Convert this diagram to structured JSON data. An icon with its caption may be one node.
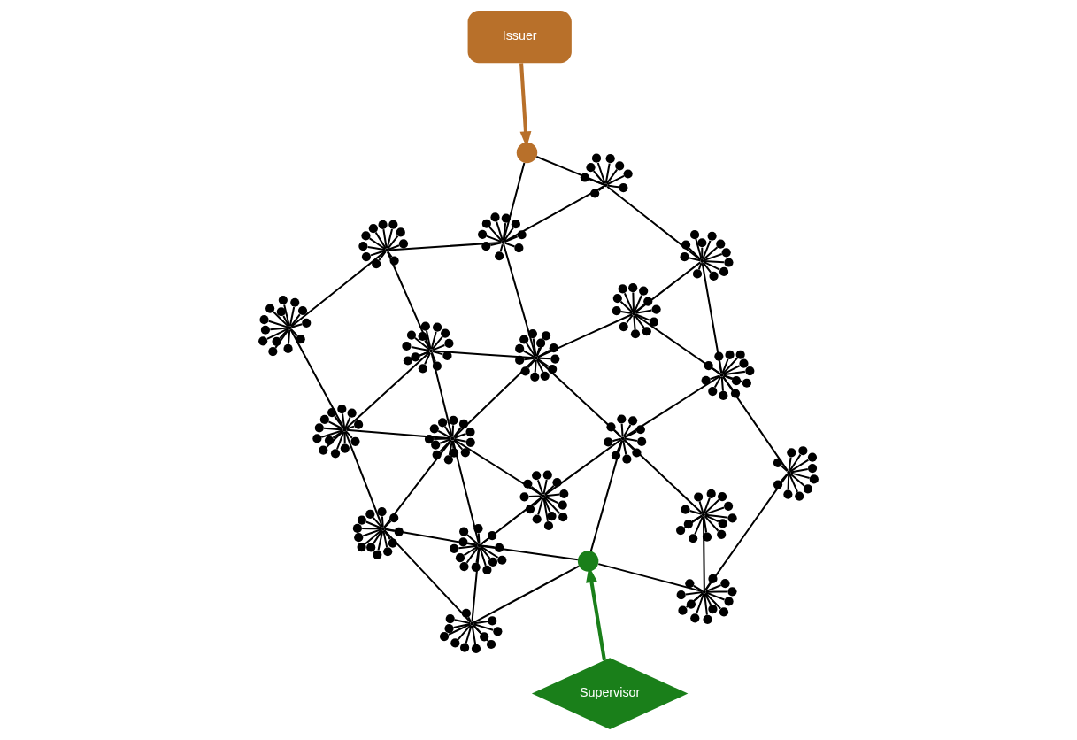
{
  "diagram": {
    "nodes": [
      {
        "text": [
          "Issuer"
        ]
      },
      {
        "text": [],
        "shape": "circle"
      },
      {
        "text": [],
        "shape": "circle"
      },
      {
        "text": [],
        "shape": "circle"
      },
      {
        "text": [],
        "shape": "circle"
      },
      {
        "text": [],
        "shape": "circle"
      },
      {
        "text": [],
        "shape": "circle"
      },
      {
        "text": [],
        "shape": "circle"
      },
      {
        "text": [],
        "shape": "circle"
      },
      {
        "text": [],
        "shape": "circle"
      },
      {
        "text": [],
        "shape": "circle"
      },
      {
        "text": [],
        "shape": "circle"
      },
      {
        "text": [],
        "shape": "circle"
      },
      {
        "text": [],
        "shape": "circle"
      },
      {
        "text": [],
        "shape": "circle"
      },
      {
        "text": [],
        "shape": "circle"
      },
      {
        "text": [],
        "shape": "circle"
      },
      {
        "text": [],
        "shape": "circle"
      },
      {
        "text": [],
        "shape": "circle"
      },
      {
        "text": [],
        "shape": "circle"
      },
      {
        "text": [],
        "shape": "circle"
      },
      {
        "text": [],
        "shape": "circle"
      },
      {
        "text": [],
        "shape": "circle"
      },
      {
        "text": [],
        "shape": "circle"
      },
      {
        "text": [],
        "shape": "circle"
      },
      {
        "text": [],
        "shape": "circle"
      },
      {
        "text": [],
        "shape": "circle"
      },
      {
        "text": [],
        "shape": "circle"
      },
      {
        "text": [],
        "shape": "circle"
      },
      {
        "text": [],
        "shape": "circle"
      },
      {
        "text": [],
        "shape": "circle"
      },
      {
        "text": [],
        "shape": "circle"
      },
      {
        "text": [],
        "shape": "circle"
      },
      {
        "text": [],
        "shape": "circle"
      },
      {
        "text": [],
        "shape": "circle"
      },
      {
        "text": [],
        "shape": "circle"
      },
      {
        "text": [],
        "shape": "circle"
      },
      {
        "text": [],
        "shape": "circle"
      },
      {
        "text": [],
        "shape": "circle"
      },
      {
        "text": [],
        "shape": "circle"
      },
      {
        "text": [],
        "shape": "circle"
      },
      {
        "text": [],
        "shape": "circle"
      },
      {
        "text": [],
        "shape": "circle"
      },
      {
        "text": [],
        "shape": "circle"
      },
      {
        "text": [],
        "shape": "circle"
      },
      {
        "text": [],
        "shape": "circle"
      },
      {
        "text": [],
        "shape": "circle"
      },
      {
        "text": [],
        "shape": "circle"
      },
      {
        "text": [],
        "shape": "circle"
      },
      {
        "text": [],
        "shape": "circle"
      },
      {
        "text": [],
        "shape": "circle"
      },
      {
        "text": [],
        "shape": "circle"
      },
      {
        "text": [],
        "shape": "circle"
      },
      {
        "text": [],
        "shape": "circle"
      },
      {
        "text": [],
        "shape": "circle"
      },
      {
        "text": [],
        "shape": "circle"
      },
      {
        "text": [],
        "shape": "circle"
      },
      {
        "text": [],
        "shape": "circle"
      },
      {
        "text": [],
        "shape": "circle"
      },
      {
        "text": [],
        "shape": "circle"
      },
      {
        "text": [],
        "shape": "circle"
      },
      {
        "text": [],
        "shape": "circle"
      },
      {
        "text": [],
        "shape": "circle"
      },
      {
        "text": [],
        "shape": "circle"
      },
      {
        "text": [],
        "shape": "circle"
      },
      {
        "text": [],
        "shape": "circle"
      },
      {
        "text": [],
        "shape": "circle"
      },
      {
        "text": [],
        "shape": "circle"
      },
      {
        "text": [],
        "shape": "circle"
      },
      {
        "text": [],
        "shape": "circle"
      },
      {
        "text": [],
        "shape": "circle"
      },
      {
        "text": [],
        "shape": "circle"
      },
      {
        "text": [],
        "shape": "circle"
      },
      {
        "text": [],
        "shape": "circle"
      },
      {
        "text": [],
        "shape": "circle"
      },
      {
        "text": [],
        "shape": "circle"
      },
      {
        "text": [],
        "shape": "circle"
      },
      {
        "text": [],
        "shape": "circle"
      },
      {
        "text": [],
        "shape": "circle"
      },
      {
        "text": [],
        "shape": "circle"
      },
      {
        "text": [],
        "shape": "circle"
      },
      {
        "text": [],
        "shape": "circle"
      },
      {
        "text": [],
        "shape": "circle"
      },
      {
        "text": [],
        "shape": "circle"
      },
      {
        "text": [],
        "shape": "circle"
      },
      {
        "text": [],
        "shape": "circle"
      },
      {
        "text": [],
        "shape": "circle"
      },
      {
        "text": [],
        "shape": "circle"
      },
      {
        "text": [],
        "shape": "circle"
      },
      {
        "text": [],
        "shape": "circle"
      },
      {
        "text": [],
        "shape": "circle"
      },
      {
        "text": [],
        "shape": "circle"
      },
      {
        "text": [],
        "shape": "circle"
      },
      {
        "text": [],
        "shape": "circle"
      },
      {
        "text": [],
        "shape": "circle"
      },
      {
        "text": [],
        "shape": "circle"
      },
      {
        "text": [],
        "shape": "circle"
      },
      {
        "text": [],
        "shape": "circle"
      },
      {
        "text": [],
        "shape": "circle"
      },
      {
        "text": [],
        "shape": "circle"
      },
      {
        "text": [],
        "shape": "circle"
      },
      {
        "text": [],
        "shape": "circle"
      },
      {
        "text": [],
        "shape": "circle"
      },
      {
        "text": [],
        "shape": "circle"
      },
      {
        "text": [],
        "shape": "circle"
      },
      {
        "text": [],
        "shape": "circle"
      },
      {
        "text": [],
        "shape": "circle"
      },
      {
        "text": [],
        "shape": "circle"
      },
      {
        "text": [],
        "shape": "circle"
      },
      {
        "text": [],
        "shape": "circle"
      },
      {
        "text": [],
        "shape": "circle"
      },
      {
        "text": [],
        "shape": "circle"
      },
      {
        "text": [],
        "shape": "circle"
      },
      {
        "text": [],
        "shape": "circle"
      },
      {
        "text": [],
        "shape": "circle"
      },
      {
        "text": [],
        "shape": "circle"
      },
      {
        "text": [],
        "shape": "circle"
      },
      {
        "text": [],
        "shape": "circle"
      },
      {
        "text": [],
        "shape": "circle"
      },
      {
        "text": [],
        "shape": "circle"
      },
      {
        "text": [],
        "shape": "circle"
      },
      {
        "text": [],
        "shape": "circle"
      },
      {
        "text": [],
        "shape": "circle"
      },
      {
        "text": [],
        "shape": "circle"
      },
      {
        "text": [],
        "shape": "circle"
      },
      {
        "text": [],
        "shape": "circle"
      },
      {
        "text": [],
        "shape": "circle"
      },
      {
        "text": [],
        "shape": "circle"
      },
      {
        "text": [],
        "shape": "circle"
      },
      {
        "text": [],
        "shape": "circle"
      },
      {
        "text": [],
        "shape": "circle"
      },
      {
        "text": [],
        "shape": "circle"
      },
      {
        "text": [],
        "shape": "circle"
      },
      {
        "text": [],
        "shape": "circle"
      },
      {
        "text": [],
        "shape": "circle"
      },
      {
        "text": [],
        "shape": "circle"
      },
      {
        "text": [],
        "shape": "circle"
      },
      {
        "text": [],
        "shape": "circle"
      },
      {
        "text": [],
        "shape": "circle"
      },
      {
        "text": [],
        "shape": "circle"
      },
      {
        "text": [],
        "shape": "circle"
      },
      {
        "text": [],
        "shape": "circle"
      },
      {
        "text": [],
        "shape": "circle"
      },
      {
        "text": [],
        "shape": "circle"
      },
      {
        "text": [],
        "shape": "circle"
      },
      {
        "text": [],
        "shape": "circle"
      },
      {
        "text": [],
        "shape": "circle"
      },
      {
        "text": [],
        "shape": "circle"
      },
      {
        "text": [],
        "shape": "circle"
      },
      {
        "text": [],
        "shape": "circle"
      },
      {
        "text": [],
        "shape": "circle"
      },
      {
        "text": [],
        "shape": "circle"
      },
      {
        "text": [],
        "shape": "circle"
      },
      {
        "text": [],
        "shape": "circle"
      },
      {
        "text": [],
        "shape": "circle"
      },
      {
        "text": [],
        "shape": "circle"
      },
      {
        "text": [],
        "shape": "circle"
      },
      {
        "text": [],
        "shape": "circle"
      },
      {
        "text": [],
        "shape": "circle"
      },
      {
        "text": [],
        "shape": "circle"
      },
      {
        "text": [],
        "shape": "circle"
      },
      {
        "text": [],
        "shape": "circle"
      },
      {
        "text": [],
        "shape": "circle"
      },
      {
        "text": [],
        "shape": "circle"
      },
      {
        "text": [],
        "shape": "circle"
      },
      {
        "text": [],
        "shape": "circle"
      },
      {
        "text": [],
        "shape": "circle"
      },
      {
        "text": [],
        "shape": "circle"
      },
      {
        "text": [],
        "shape": "circle"
      },
      {
        "text": [],
        "shape": "circle"
      },
      {
        "text": [],
        "shape": "circle"
      },
      {
        "text": [],
        "shape": "circle"
      },
      {
        "text": [],
        "shape": "circle"
      },
      {
        "text": [],
        "shape": "circle"
      },
      {
        "text": [],
        "shape": "circle"
      },
      {
        "text": [],
        "shape": "circle"
      },
      {
        "text": [],
        "shape": "circle"
      },
      {
        "text": [],
        "shape": "circle"
      },
      {
        "text": [],
        "shape": "circle"
      },
      {
        "text": [],
        "shape": "circle"
      },
      {
        "text": [],
        "shape": "circle"
      },
      {
        "text": [],
        "shape": "circle"
      },
      {
        "text": [],
        "shape": "circle"
      },
      {
        "text": [],
        "shape": "circle"
      },
      {
        "text": [],
        "shape": "circle"
      },
      {
        "text": [],
        "shape": "circle"
      },
      {
        "text": [],
        "shape": "circle"
      },
      {
        "text": [],
        "shape": "circle"
      },
      {
        "text": [],
        "shape": "circle"
      },
      {
        "text": [],
        "shape": "circle"
      },
      {
        "text": [],
        "shape": "circle"
      },
      {
        "text": [],
        "shape": "circle"
      },
      {
        "text": [],
        "shape": "circle"
      },
      {
        "text": [],
        "shape": "circle"
      },
      {
        "text": [],
        "shape": "circle"
      },
      {
        "text": [],
        "shape": "circle"
      },
      {
        "text": [],
        "shape": "circle"
      },
      {
        "text": [],
        "shape": "circle"
      },
      {
        "text": [],
        "shape": "circle"
      },
      {
        "text": [],
        "shape": "circle"
      },
      {
        "text": [],
        "shape": "circle"
      },
      {
        "text": [],
        "shape": "circle"
      },
      {
        "text": [],
        "shape": "circle"
      },
      {
        "text": [],
        "shape": "circle"
      },
      {
        "text": [],
        "shape": "circle"
      },
      {
        "text": [],
        "shape": "circle"
      },
      {
        "text": [],
        "shape": "circle"
      },
      {
        "text": [],
        "shape": "circle"
      },
      {
        "text": [],
        "shape": "circle"
      },
      {
        "text": [],
        "shape": "circle"
      },
      {
        "text": [],
        "shape": "circle"
      },
      {
        "text": [],
        "shape": "circle"
      },
      {
        "text": [],
        "shape": "circle"
      },
      {
        "text": [],
        "shape": "circle"
      },
      {
        "text": [],
        "shape": "circle"
      },
      {
        "text": [],
        "shape": "circle"
      },
      {
        "text": [],
        "shape": "circle"
      },
      {
        "text": [],
        "shape": "circle"
      },
      {
        "text": [],
        "shape": "circle"
      },
      {
        "text": [],
        "shape": "circle"
      },
      {
        "text": [],
        "shape": "circle"
      },
      {
        "text": [],
        "shape": "circle"
      },
      {
        "text": [],
        "shape": "circle"
      },
      {
        "text": [],
        "shape": "circle"
      },
      {
        "text": [],
        "shape": "circle"
      },
      {
        "text": [],
        "shape": "circle"
      },
      {
        "text": [],
        "shape": "circle"
      },
      {
        "text": [],
        "shape": "circle"
      },
      {
        "text": [],
        "shape": "circle"
      },
      {
        "text": [],
        "shape": "circle"
      },
      {
        "text": [],
        "shape": "circle"
      },
      {
        "text": [],
        "shape": "circle"
      },
      {
        "text": [],
        "shape": "circle"
      },
      {
        "text": [],
        "shape": "circle"
      },
      {
        "text": [
          "Supervisor"
        ]
      }
    ],
    "edges": [
      {
        "from": 0,
        "to": 1,
        "arrow": "to",
        "style": "thick",
        "color": "#b8702a"
      },
      {
        "from": 234,
        "to": 21,
        "arrow": "to",
        "style": "thick",
        "color": "#1a7f1a"
      },
      {
        "from": 2,
        "to": 3,
        "arrow": "none"
      },
      {
        "from": 2,
        "to": 4,
        "arrow": "none"
      },
      {
        "from": 3,
        "to": 5,
        "arrow": "none"
      },
      {
        "from": 3,
        "to": 6,
        "arrow": "none"
      },
      {
        "from": 4,
        "to": 6,
        "arrow": "none"
      },
      {
        "from": 4,
        "to": 9,
        "arrow": "none"
      },
      {
        "from": 4,
        "to": 7,
        "arrow": "none"
      },
      {
        "from": 5,
        "to": 1,
        "arrow": "none"
      },
      {
        "from": 1,
        "to": 10,
        "arrow": "none"
      },
      {
        "from": 5,
        "to": 10,
        "arrow": "none"
      },
      {
        "from": 5,
        "to": 8,
        "arrow": "none"
      },
      {
        "from": 6,
        "to": 8,
        "arrow": "none"
      },
      {
        "from": 6,
        "to": 9,
        "arrow": "none"
      },
      {
        "from": 8,
        "to": 9,
        "arrow": "none"
      },
      {
        "from": 9,
        "to": 7,
        "arrow": "none"
      },
      {
        "from": 8,
        "to": 14,
        "arrow": "none"
      },
      {
        "from": 8,
        "to": 16,
        "arrow": "none"
      },
      {
        "from": 9,
        "to": 11,
        "arrow": "none"
      },
      {
        "from": 9,
        "to": 12,
        "arrow": "none"
      },
      {
        "from": 7,
        "to": 12,
        "arrow": "none"
      },
      {
        "from": 7,
        "to": 13,
        "arrow": "none"
      },
      {
        "from": 11,
        "to": 12,
        "arrow": "none"
      },
      {
        "from": 12,
        "to": 13,
        "arrow": "none"
      },
      {
        "from": 13,
        "to": 21,
        "arrow": "none"
      },
      {
        "from": 12,
        "to": 21,
        "arrow": "none"
      },
      {
        "from": 16,
        "to": 21,
        "arrow": "none"
      },
      {
        "from": 10,
        "to": 15,
        "arrow": "none"
      },
      {
        "from": 15,
        "to": 14,
        "arrow": "none"
      },
      {
        "from": 15,
        "to": 19,
        "arrow": "none"
      },
      {
        "from": 14,
        "to": 19,
        "arrow": "none"
      },
      {
        "from": 19,
        "to": 16,
        "arrow": "none"
      },
      {
        "from": 16,
        "to": 11,
        "arrow": "none"
      },
      {
        "from": 16,
        "to": 17,
        "arrow": "none"
      },
      {
        "from": 19,
        "to": 20,
        "arrow": "none"
      },
      {
        "from": 20,
        "to": 18,
        "arrow": "none"
      },
      {
        "from": 17,
        "to": 18,
        "arrow": "none"
      },
      {
        "from": 18,
        "to": 21,
        "arrow": "none"
      },
      {
        "from": 2,
        "to": 22,
        "arrow": "none"
      },
      {
        "from": 2,
        "to": 23,
        "arrow": "none"
      },
      {
        "from": 2,
        "to": 24,
        "arrow": "none"
      },
      {
        "from": 2,
        "to": 25,
        "arrow": "none"
      },
      {
        "from": 2,
        "to": 26,
        "arrow": "none"
      },
      {
        "from": 2,
        "to": 27,
        "arrow": "none"
      },
      {
        "from": 2,
        "to": 28,
        "arrow": "none"
      },
      {
        "from": 2,
        "to": 29,
        "arrow": "none"
      },
      {
        "from": 2,
        "to": 30,
        "arrow": "none"
      },
      {
        "from": 2,
        "to": 31,
        "arrow": "none"
      },
      {
        "from": 2,
        "to": 32,
        "arrow": "none"
      },
      {
        "from": 2,
        "to": 33,
        "arrow": "none"
      },
      {
        "from": 2,
        "to": 34,
        "arrow": "none"
      },
      {
        "from": 3,
        "to": 35,
        "arrow": "none"
      },
      {
        "from": 3,
        "to": 36,
        "arrow": "none"
      },
      {
        "from": 3,
        "to": 37,
        "arrow": "none"
      },
      {
        "from": 3,
        "to": 38,
        "arrow": "none"
      },
      {
        "from": 3,
        "to": 39,
        "arrow": "none"
      },
      {
        "from": 3,
        "to": 40,
        "arrow": "none"
      },
      {
        "from": 3,
        "to": 41,
        "arrow": "none"
      },
      {
        "from": 3,
        "to": 42,
        "arrow": "none"
      },
      {
        "from": 3,
        "to": 43,
        "arrow": "none"
      },
      {
        "from": 3,
        "to": 44,
        "arrow": "none"
      },
      {
        "from": 4,
        "to": 45,
        "arrow": "none"
      },
      {
        "from": 4,
        "to": 46,
        "arrow": "none"
      },
      {
        "from": 4,
        "to": 47,
        "arrow": "none"
      },
      {
        "from": 4,
        "to": 48,
        "arrow": "none"
      },
      {
        "from": 4,
        "to": 49,
        "arrow": "none"
      },
      {
        "from": 4,
        "to": 50,
        "arrow": "none"
      },
      {
        "from": 4,
        "to": 51,
        "arrow": "none"
      },
      {
        "from": 4,
        "to": 52,
        "arrow": "none"
      },
      {
        "from": 4,
        "to": 53,
        "arrow": "none"
      },
      {
        "from": 4,
        "to": 54,
        "arrow": "none"
      },
      {
        "from": 4,
        "to": 55,
        "arrow": "none"
      },
      {
        "from": 4,
        "to": 56,
        "arrow": "none"
      },
      {
        "from": 5,
        "to": 57,
        "arrow": "none"
      },
      {
        "from": 5,
        "to": 58,
        "arrow": "none"
      },
      {
        "from": 5,
        "to": 59,
        "arrow": "none"
      },
      {
        "from": 5,
        "to": 60,
        "arrow": "none"
      },
      {
        "from": 5,
        "to": 61,
        "arrow": "none"
      },
      {
        "from": 5,
        "to": 62,
        "arrow": "none"
      },
      {
        "from": 5,
        "to": 63,
        "arrow": "none"
      },
      {
        "from": 5,
        "to": 64,
        "arrow": "none"
      },
      {
        "from": 5,
        "to": 65,
        "arrow": "none"
      },
      {
        "from": 6,
        "to": 66,
        "arrow": "none"
      },
      {
        "from": 6,
        "to": 67,
        "arrow": "none"
      },
      {
        "from": 6,
        "to": 68,
        "arrow": "none"
      },
      {
        "from": 6,
        "to": 69,
        "arrow": "none"
      },
      {
        "from": 6,
        "to": 70,
        "arrow": "none"
      },
      {
        "from": 6,
        "to": 71,
        "arrow": "none"
      },
      {
        "from": 6,
        "to": 72,
        "arrow": "none"
      },
      {
        "from": 6,
        "to": 73,
        "arrow": "none"
      },
      {
        "from": 6,
        "to": 74,
        "arrow": "none"
      },
      {
        "from": 6,
        "to": 75,
        "arrow": "none"
      },
      {
        "from": 6,
        "to": 76,
        "arrow": "none"
      },
      {
        "from": 6,
        "to": 77,
        "arrow": "none"
      },
      {
        "from": 7,
        "to": 78,
        "arrow": "none"
      },
      {
        "from": 7,
        "to": 79,
        "arrow": "none"
      },
      {
        "from": 7,
        "to": 80,
        "arrow": "none"
      },
      {
        "from": 7,
        "to": 81,
        "arrow": "none"
      },
      {
        "from": 7,
        "to": 82,
        "arrow": "none"
      },
      {
        "from": 7,
        "to": 83,
        "arrow": "none"
      },
      {
        "from": 7,
        "to": 84,
        "arrow": "none"
      },
      {
        "from": 7,
        "to": 85,
        "arrow": "none"
      },
      {
        "from": 7,
        "to": 86,
        "arrow": "none"
      },
      {
        "from": 7,
        "to": 87,
        "arrow": "none"
      },
      {
        "from": 7,
        "to": 88,
        "arrow": "none"
      },
      {
        "from": 7,
        "to": 89,
        "arrow": "none"
      },
      {
        "from": 8,
        "to": 90,
        "arrow": "none"
      },
      {
        "from": 8,
        "to": 91,
        "arrow": "none"
      },
      {
        "from": 8,
        "to": 92,
        "arrow": "none"
      },
      {
        "from": 8,
        "to": 93,
        "arrow": "none"
      },
      {
        "from": 8,
        "to": 94,
        "arrow": "none"
      },
      {
        "from": 8,
        "to": 95,
        "arrow": "none"
      },
      {
        "from": 8,
        "to": 96,
        "arrow": "none"
      },
      {
        "from": 8,
        "to": 97,
        "arrow": "none"
      },
      {
        "from": 8,
        "to": 98,
        "arrow": "none"
      },
      {
        "from": 8,
        "to": 99,
        "arrow": "none"
      },
      {
        "from": 8,
        "to": 100,
        "arrow": "none"
      },
      {
        "from": 8,
        "to": 101,
        "arrow": "none"
      },
      {
        "from": 9,
        "to": 102,
        "arrow": "none"
      },
      {
        "from": 9,
        "to": 103,
        "arrow": "none"
      },
      {
        "from": 9,
        "to": 104,
        "arrow": "none"
      },
      {
        "from": 9,
        "to": 105,
        "arrow": "none"
      },
      {
        "from": 9,
        "to": 106,
        "arrow": "none"
      },
      {
        "from": 9,
        "to": 107,
        "arrow": "none"
      },
      {
        "from": 9,
        "to": 108,
        "arrow": "none"
      },
      {
        "from": 9,
        "to": 109,
        "arrow": "none"
      },
      {
        "from": 9,
        "to": 110,
        "arrow": "none"
      },
      {
        "from": 9,
        "to": 111,
        "arrow": "none"
      },
      {
        "from": 9,
        "to": 112,
        "arrow": "none"
      },
      {
        "from": 9,
        "to": 113,
        "arrow": "none"
      },
      {
        "from": 10,
        "to": 114,
        "arrow": "none"
      },
      {
        "from": 10,
        "to": 115,
        "arrow": "none"
      },
      {
        "from": 10,
        "to": 116,
        "arrow": "none"
      },
      {
        "from": 10,
        "to": 117,
        "arrow": "none"
      },
      {
        "from": 10,
        "to": 118,
        "arrow": "none"
      },
      {
        "from": 10,
        "to": 119,
        "arrow": "none"
      },
      {
        "from": 10,
        "to": 120,
        "arrow": "none"
      },
      {
        "from": 10,
        "to": 121,
        "arrow": "none"
      },
      {
        "from": 11,
        "to": 122,
        "arrow": "none"
      },
      {
        "from": 11,
        "to": 123,
        "arrow": "none"
      },
      {
        "from": 11,
        "to": 124,
        "arrow": "none"
      },
      {
        "from": 11,
        "to": 125,
        "arrow": "none"
      },
      {
        "from": 11,
        "to": 126,
        "arrow": "none"
      },
      {
        "from": 11,
        "to": 127,
        "arrow": "none"
      },
      {
        "from": 11,
        "to": 128,
        "arrow": "none"
      },
      {
        "from": 11,
        "to": 129,
        "arrow": "none"
      },
      {
        "from": 11,
        "to": 130,
        "arrow": "none"
      },
      {
        "from": 11,
        "to": 131,
        "arrow": "none"
      },
      {
        "from": 11,
        "to": 132,
        "arrow": "none"
      },
      {
        "from": 11,
        "to": 133,
        "arrow": "none"
      },
      {
        "from": 12,
        "to": 134,
        "arrow": "none"
      },
      {
        "from": 12,
        "to": 135,
        "arrow": "none"
      },
      {
        "from": 12,
        "to": 136,
        "arrow": "none"
      },
      {
        "from": 12,
        "to": 137,
        "arrow": "none"
      },
      {
        "from": 12,
        "to": 138,
        "arrow": "none"
      },
      {
        "from": 12,
        "to": 139,
        "arrow": "none"
      },
      {
        "from": 12,
        "to": 140,
        "arrow": "none"
      },
      {
        "from": 12,
        "to": 141,
        "arrow": "none"
      },
      {
        "from": 12,
        "to": 142,
        "arrow": "none"
      },
      {
        "from": 12,
        "to": 143,
        "arrow": "none"
      },
      {
        "from": 12,
        "to": 144,
        "arrow": "none"
      },
      {
        "from": 12,
        "to": 145,
        "arrow": "none"
      },
      {
        "from": 13,
        "to": 146,
        "arrow": "none"
      },
      {
        "from": 13,
        "to": 147,
        "arrow": "none"
      },
      {
        "from": 13,
        "to": 148,
        "arrow": "none"
      },
      {
        "from": 13,
        "to": 149,
        "arrow": "none"
      },
      {
        "from": 13,
        "to": 150,
        "arrow": "none"
      },
      {
        "from": 13,
        "to": 151,
        "arrow": "none"
      },
      {
        "from": 13,
        "to": 152,
        "arrow": "none"
      },
      {
        "from": 13,
        "to": 153,
        "arrow": "none"
      },
      {
        "from": 13,
        "to": 154,
        "arrow": "none"
      },
      {
        "from": 13,
        "to": 155,
        "arrow": "none"
      },
      {
        "from": 13,
        "to": 156,
        "arrow": "none"
      },
      {
        "from": 14,
        "to": 157,
        "arrow": "none"
      },
      {
        "from": 14,
        "to": 158,
        "arrow": "none"
      },
      {
        "from": 14,
        "to": 159,
        "arrow": "none"
      },
      {
        "from": 14,
        "to": 160,
        "arrow": "none"
      },
      {
        "from": 14,
        "to": 161,
        "arrow": "none"
      },
      {
        "from": 14,
        "to": 162,
        "arrow": "none"
      },
      {
        "from": 14,
        "to": 163,
        "arrow": "none"
      },
      {
        "from": 14,
        "to": 164,
        "arrow": "none"
      },
      {
        "from": 14,
        "to": 165,
        "arrow": "none"
      },
      {
        "from": 14,
        "to": 166,
        "arrow": "none"
      },
      {
        "from": 14,
        "to": 167,
        "arrow": "none"
      },
      {
        "from": 15,
        "to": 168,
        "arrow": "none"
      },
      {
        "from": 15,
        "to": 169,
        "arrow": "none"
      },
      {
        "from": 15,
        "to": 170,
        "arrow": "none"
      },
      {
        "from": 15,
        "to": 171,
        "arrow": "none"
      },
      {
        "from": 15,
        "to": 172,
        "arrow": "none"
      },
      {
        "from": 15,
        "to": 173,
        "arrow": "none"
      },
      {
        "from": 15,
        "to": 174,
        "arrow": "none"
      },
      {
        "from": 15,
        "to": 175,
        "arrow": "none"
      },
      {
        "from": 15,
        "to": 176,
        "arrow": "none"
      },
      {
        "from": 15,
        "to": 177,
        "arrow": "none"
      },
      {
        "from": 15,
        "to": 178,
        "arrow": "none"
      },
      {
        "from": 16,
        "to": 179,
        "arrow": "none"
      },
      {
        "from": 16,
        "to": 180,
        "arrow": "none"
      },
      {
        "from": 16,
        "to": 181,
        "arrow": "none"
      },
      {
        "from": 16,
        "to": 182,
        "arrow": "none"
      },
      {
        "from": 16,
        "to": 183,
        "arrow": "none"
      },
      {
        "from": 16,
        "to": 184,
        "arrow": "none"
      },
      {
        "from": 16,
        "to": 185,
        "arrow": "none"
      },
      {
        "from": 16,
        "to": 186,
        "arrow": "none"
      },
      {
        "from": 16,
        "to": 187,
        "arrow": "none"
      },
      {
        "from": 17,
        "to": 188,
        "arrow": "none"
      },
      {
        "from": 17,
        "to": 189,
        "arrow": "none"
      },
      {
        "from": 17,
        "to": 190,
        "arrow": "none"
      },
      {
        "from": 17,
        "to": 191,
        "arrow": "none"
      },
      {
        "from": 17,
        "to": 192,
        "arrow": "none"
      },
      {
        "from": 17,
        "to": 193,
        "arrow": "none"
      },
      {
        "from": 17,
        "to": 194,
        "arrow": "none"
      },
      {
        "from": 17,
        "to": 195,
        "arrow": "none"
      },
      {
        "from": 17,
        "to": 196,
        "arrow": "none"
      },
      {
        "from": 17,
        "to": 197,
        "arrow": "none"
      },
      {
        "from": 17,
        "to": 198,
        "arrow": "none"
      },
      {
        "from": 17,
        "to": 199,
        "arrow": "none"
      },
      {
        "from": 18,
        "to": 200,
        "arrow": "none"
      },
      {
        "from": 18,
        "to": 201,
        "arrow": "none"
      },
      {
        "from": 18,
        "to": 202,
        "arrow": "none"
      },
      {
        "from": 18,
        "to": 203,
        "arrow": "none"
      },
      {
        "from": 18,
        "to": 204,
        "arrow": "none"
      },
      {
        "from": 18,
        "to": 205,
        "arrow": "none"
      },
      {
        "from": 18,
        "to": 206,
        "arrow": "none"
      },
      {
        "from": 18,
        "to": 207,
        "arrow": "none"
      },
      {
        "from": 18,
        "to": 208,
        "arrow": "none"
      },
      {
        "from": 18,
        "to": 209,
        "arrow": "none"
      },
      {
        "from": 18,
        "to": 210,
        "arrow": "none"
      },
      {
        "from": 18,
        "to": 211,
        "arrow": "none"
      },
      {
        "from": 19,
        "to": 212,
        "arrow": "none"
      },
      {
        "from": 19,
        "to": 213,
        "arrow": "none"
      },
      {
        "from": 19,
        "to": 214,
        "arrow": "none"
      },
      {
        "from": 19,
        "to": 215,
        "arrow": "none"
      },
      {
        "from": 19,
        "to": 216,
        "arrow": "none"
      },
      {
        "from": 19,
        "to": 217,
        "arrow": "none"
      },
      {
        "from": 19,
        "to": 218,
        "arrow": "none"
      },
      {
        "from": 19,
        "to": 219,
        "arrow": "none"
      },
      {
        "from": 19,
        "to": 220,
        "arrow": "none"
      },
      {
        "from": 19,
        "to": 221,
        "arrow": "none"
      },
      {
        "from": 19,
        "to": 222,
        "arrow": "none"
      },
      {
        "from": 19,
        "to": 223,
        "arrow": "none"
      },
      {
        "from": 20,
        "to": 224,
        "arrow": "none"
      },
      {
        "from": 20,
        "to": 225,
        "arrow": "none"
      },
      {
        "from": 20,
        "to": 226,
        "arrow": "none"
      },
      {
        "from": 20,
        "to": 227,
        "arrow": "none"
      },
      {
        "from": 20,
        "to": 228,
        "arrow": "none"
      },
      {
        "from": 20,
        "to": 229,
        "arrow": "none"
      },
      {
        "from": 20,
        "to": 230,
        "arrow": "none"
      },
      {
        "from": 20,
        "to": 231,
        "arrow": "none"
      },
      {
        "from": 20,
        "to": 232,
        "arrow": "none"
      },
      {
        "from": 20,
        "to": 233,
        "arrow": "none"
      }
    ]
  }
}
